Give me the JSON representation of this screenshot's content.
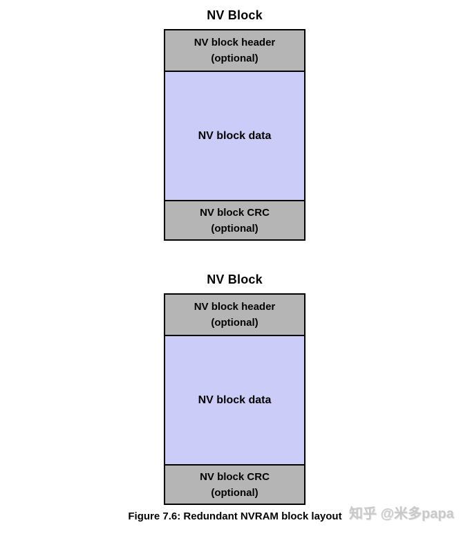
{
  "block1": {
    "title": "NV Block",
    "header_line1": "NV block header",
    "header_line2": "(optional)",
    "data_label": "NV block data",
    "crc_line1": "NV block CRC",
    "crc_line2": "(optional)"
  },
  "block2": {
    "title": "NV Block",
    "header_line1": "NV block header",
    "header_line2": "(optional)",
    "data_label": "NV block data",
    "crc_line1": "NV block CRC",
    "crc_line2": "(optional)"
  },
  "caption": "Figure 7.6: Redundant NVRAM block layout",
  "watermark": "知乎 @米多papa",
  "colors": {
    "section_gray": "#b5b5b5",
    "section_lavender": "#ccccf8",
    "border_black": "#000000",
    "watermark_gray": "#c9c9c9",
    "background": "#ffffff"
  }
}
